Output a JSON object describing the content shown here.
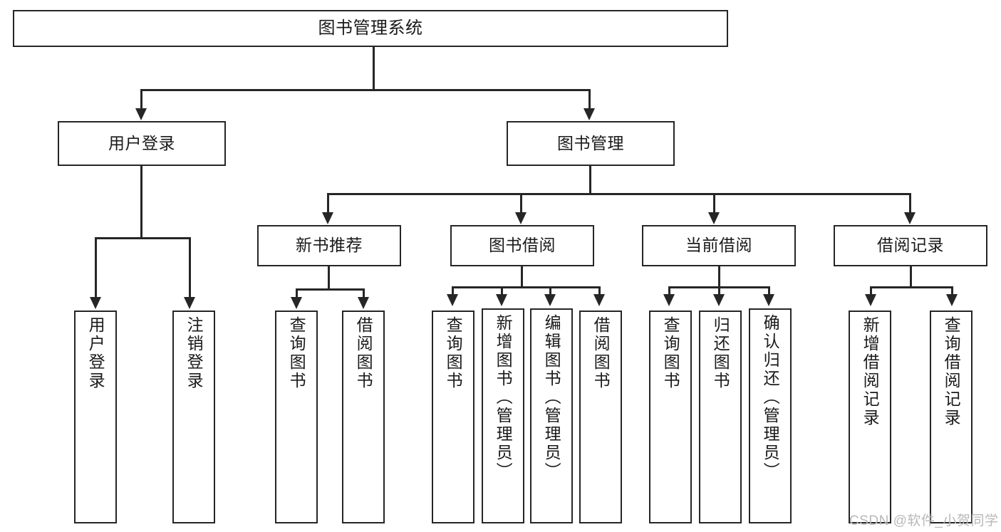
{
  "diagram": {
    "title": "图书管理系统",
    "type": "tree-hierarchy-diagram",
    "root": {
      "label": "图书管理系统"
    },
    "level2": [
      {
        "label": "用户登录"
      },
      {
        "label": "图书管理"
      }
    ],
    "level3": [
      {
        "label": "新书推荐"
      },
      {
        "label": "图书借阅"
      },
      {
        "label": "当前借阅"
      },
      {
        "label": "借阅记录"
      }
    ],
    "leaves": {
      "user_login": [
        {
          "label": "用户登录"
        },
        {
          "label": "注销登录"
        }
      ],
      "new_book_recommend": [
        {
          "label": "查询图书"
        },
        {
          "label": "借阅图书"
        }
      ],
      "book_borrow": [
        {
          "label": "查询图书"
        },
        {
          "label": "新增图书（管理员）"
        },
        {
          "label": "编辑图书（管理员）"
        },
        {
          "label": "借阅图书"
        }
      ],
      "current_borrow": [
        {
          "label": "查询图书"
        },
        {
          "label": "归还图书"
        },
        {
          "label": "确认归还（管理员）"
        }
      ],
      "borrow_record": [
        {
          "label": "新增借阅记录"
        },
        {
          "label": "查询借阅记录"
        }
      ]
    }
  },
  "watermark": {
    "text": "CSDN @软件_小贺同学"
  },
  "colors": {
    "stroke": "#262626",
    "fill": "#ffffff",
    "text": "#1a1a1a",
    "watermark": "#b8b8b8"
  }
}
